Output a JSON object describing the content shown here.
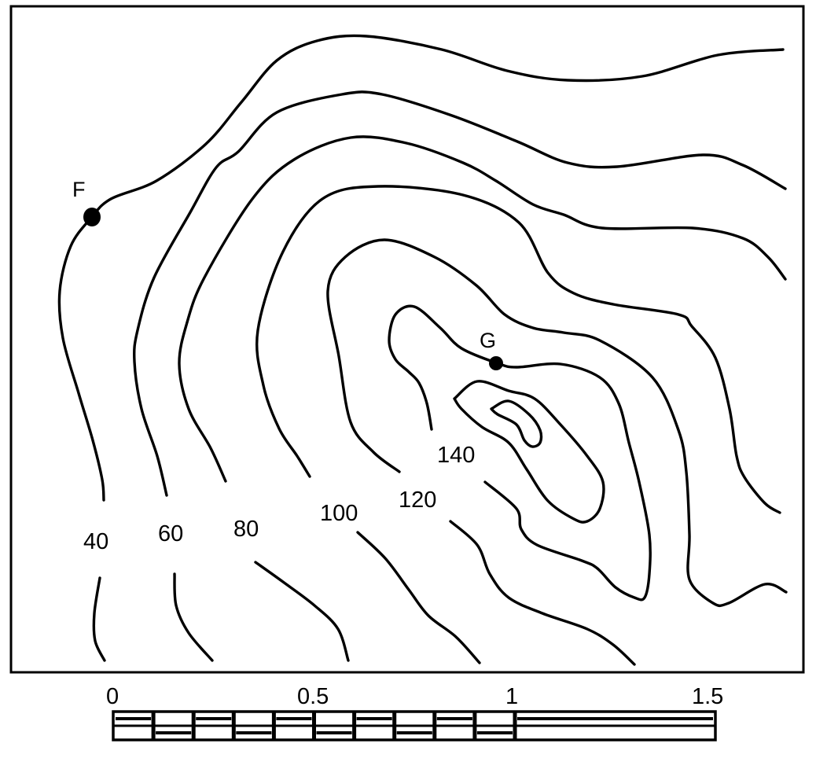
{
  "map": {
    "contour_labels": [
      "40",
      "60",
      "80",
      "100",
      "120",
      "140"
    ],
    "points": [
      {
        "name": "F"
      },
      {
        "name": "G"
      }
    ]
  },
  "scale_bar": {
    "labels": [
      "0",
      "0.5",
      "1",
      "1.5"
    ]
  },
  "colors": {
    "ink": "#000000",
    "paper": "#ffffff"
  }
}
